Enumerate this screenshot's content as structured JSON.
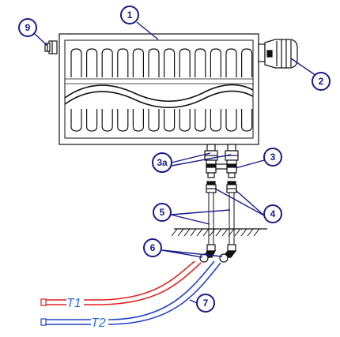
{
  "callouts": {
    "c1": "1",
    "c2": "2",
    "c3": "3",
    "c3a": "3a",
    "c4": "4",
    "c5": "5",
    "c6": "6",
    "c7": "7",
    "c9": "9"
  },
  "pipes": {
    "supply_label": "T1",
    "return_label": "T2"
  },
  "colors": {
    "outline": "#111111",
    "callout_stroke": "#1a1a8a",
    "callout_fill": "#ffffff",
    "callout_text": "#1a1a8a",
    "leader": "#1a1a8a",
    "supply": "#e02020",
    "return": "#2040c8",
    "pipe_label": "#2f6fe0"
  }
}
